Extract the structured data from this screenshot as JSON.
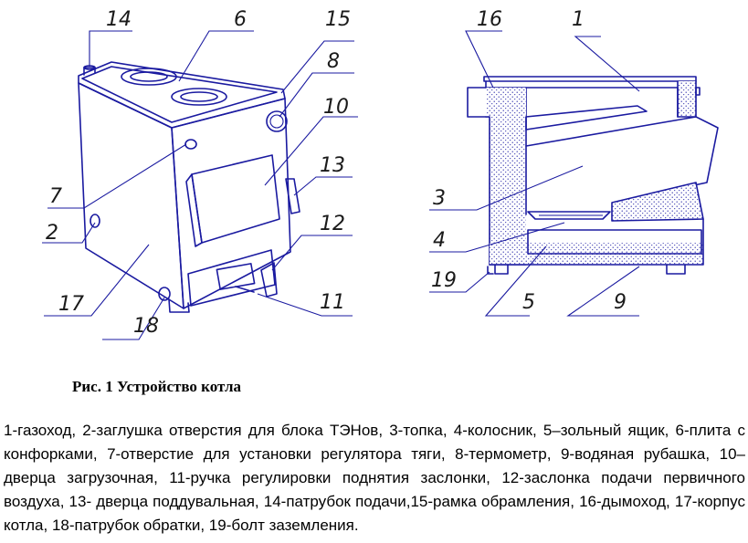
{
  "figure": {
    "callouts": [
      "1",
      "2",
      "3",
      "4",
      "5",
      "6",
      "7",
      "8",
      "9",
      "10",
      "11",
      "12",
      "13",
      "14",
      "15",
      "16",
      "17",
      "18",
      "19"
    ],
    "caption": "Рис. 1 Устройство котла",
    "legend": "1-газоход, 2-заглушка отверстия для блока ТЭНов, 3-топка, 4-колосник, 5–зольный ящик, 6-плита с конфорками, 7-отверстие для установки регулятора тяги, 8-термометр, 9-водяная рубашка, 10–дверца загрузочная, 11-ручка регулировки поднятия заслонки, 12-заслонка подачи первичного воздуха, 13- дверца поддувальная, 14-патрубок подачи,15-рамка обрамления, 16-дымоход, 17-корпус котла, 18-патрубок обратки, 19-болт заземления."
  }
}
